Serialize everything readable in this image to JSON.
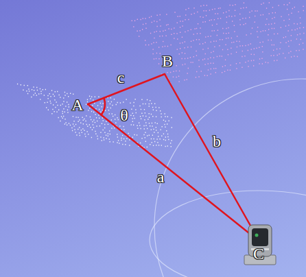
{
  "diagram": {
    "labels": [
      "A",
      "B",
      "C",
      "c",
      "θ",
      "b",
      "a"
    ]
  }
}
